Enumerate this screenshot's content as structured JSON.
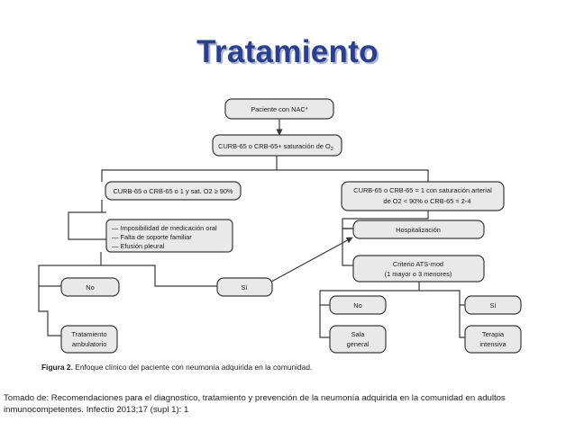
{
  "title": "Tratamiento",
  "diagram": {
    "nodes": {
      "paciente": "Paciente con NAC*",
      "curb_main_pre": "CURB-65 o CRB-65+ saturación de O",
      "curb_main_sub": "2",
      "curb_left": "CURB-65 o CRB-65 o 1 y sat. O2 ≥ 90%",
      "curb_right_1": "CURB-65 o CRB-65  = 1 con saturación arterial",
      "curb_right_2": "de O2 < 90% o CRB-65 = 2-4",
      "criteria_1": "— Imposibilidad de medicación oral",
      "criteria_2": "— Falta de soporte familiar",
      "criteria_3": "— Efusión pleural",
      "hospitalizacion": "Hospitalización",
      "ats_1": "Criterio ATS-mod",
      "ats_2": "(1 mayor o 3 menores)",
      "no_left": "No",
      "si_left": "Sí",
      "no_right": "No",
      "si_right": "Sí",
      "ambulatorio_1": "Tratamiento",
      "ambulatorio_2": "ambulatorio",
      "sala_1": "Sala",
      "sala_2": "general",
      "terapia_1": "Terapia",
      "terapia_2": "intensiva"
    },
    "caption_bold": "Figura 2.",
    "caption_text": " Enfoque clínico del paciente con neumonía adquirida en la comunidad."
  },
  "source_text": "Tomado de: Recomendaciones para el diagnostico, tratamiento y prevención de la neumonía adquirida en la comunidad en adultos inmunocompetentes. Infectio 2013;17 (supl 1): 1"
}
